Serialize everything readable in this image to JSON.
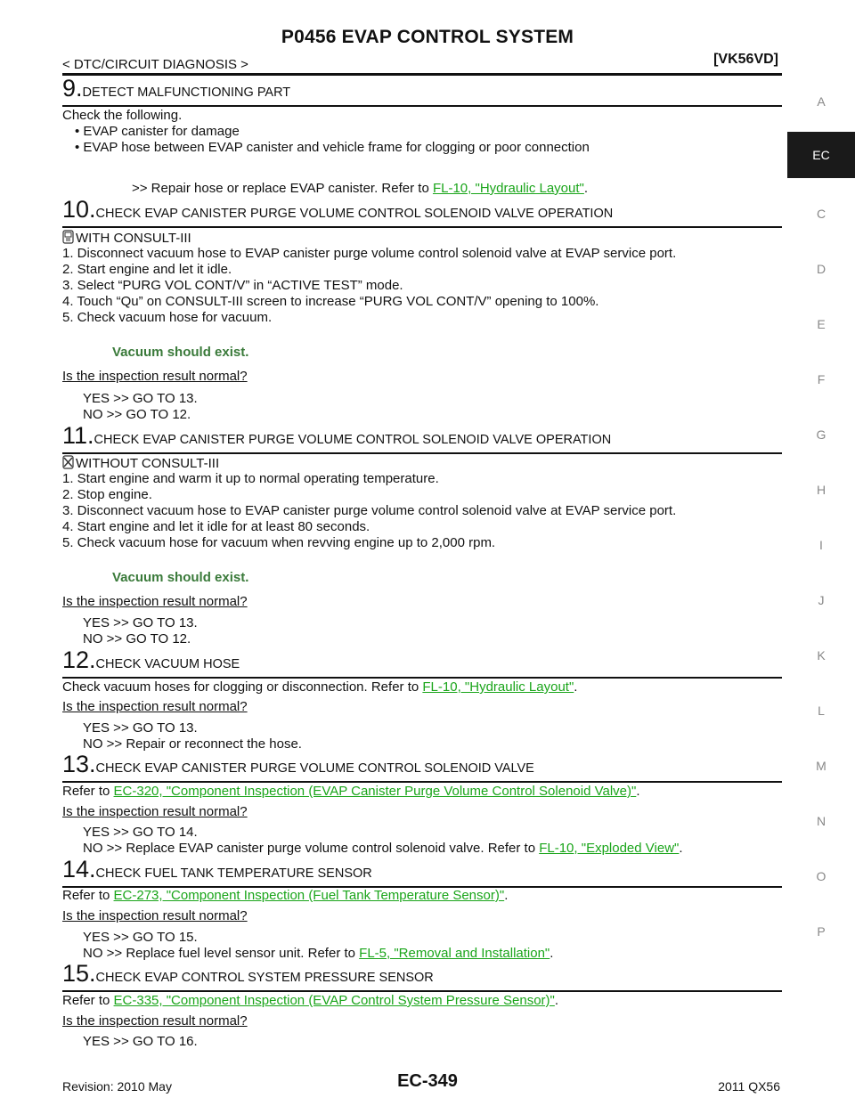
{
  "header": {
    "title": "P0456 EVAP CONTROL SYSTEM",
    "breadcrumb": "< DTC/CIRCUIT DIAGNOSIS >",
    "model": "[VK56VD]"
  },
  "side_tabs": [
    "A",
    "EC",
    "C",
    "D",
    "E",
    "F",
    "G",
    "H",
    "I",
    "J",
    "K",
    "L",
    "M",
    "N",
    "O",
    "P"
  ],
  "active_tab": "EC",
  "step9": {
    "num": "9.",
    "title": "DETECT MALFUNCTIONING PART",
    "l1": "Check the following.",
    "l2": "• EVAP canister for damage",
    "l3": "• EVAP hose between EVAP canister and vehicle frame for clogging or poor connection",
    "action_pre": ">> Repair hose or replace EVAP canister. Refer to ",
    "action_link": "FL-10, \"Hydraulic Layout\"",
    "action_post": "."
  },
  "step10": {
    "num": "10.",
    "title": "CHECK EVAP CANISTER PURGE VOLUME CONTROL SOLENOID VALVE OPERATION",
    "mode": "WITH CONSULT-III",
    "s1": "1.   Disconnect vacuum hose to EVAP canister purge volume control solenoid valve at EVAP service port.",
    "s2": "2.   Start engine and let it idle.",
    "s3": "3.   Select “PURG VOL CONT/V” in “ACTIVE TEST” mode.",
    "s4": "4.   Touch “Qu” on CONSULT-III screen to increase “PURG VOL CONT/V” opening to 100%.",
    "s5": "5.   Check vacuum hose for vacuum.",
    "spec": "Vacuum should exist.",
    "question": "Is the inspection result normal?",
    "yes": "YES      >> GO TO 13.",
    "no": "NO       >> GO TO 12."
  },
  "step11": {
    "num": "11.",
    "title": "CHECK EVAP CANISTER PURGE VOLUME CONTROL SOLENOID VALVE OPERATION",
    "mode": "WITHOUT CONSULT-III",
    "s1": "1.   Start engine and warm it up to normal operating temperature.",
    "s2": "2.   Stop engine.",
    "s3": "3.   Disconnect vacuum hose to EVAP canister purge volume control solenoid valve at EVAP service port.",
    "s4": "4.   Start engine and let it idle for at least 80 seconds.",
    "s5": "5.   Check vacuum hose for vacuum when revving engine up to 2,000 rpm.",
    "spec": "Vacuum should exist.",
    "question": "Is the inspection result normal?",
    "yes": "YES      >> GO TO 13.",
    "no": "NO       >> GO TO 12."
  },
  "step12": {
    "num": "12.",
    "title": "CHECK VACUUM HOSE",
    "text_pre": "Check vacuum hoses for clogging or disconnection. Refer to ",
    "link": "FL-10, \"Hydraulic Layout\"",
    "text_post": ".",
    "question": "Is the inspection result normal?",
    "yes": "YES      >> GO TO 13.",
    "no": "NO       >> Repair or reconnect the hose."
  },
  "step13": {
    "num": "13.",
    "title": "CHECK EVAP CANISTER PURGE VOLUME CONTROL SOLENOID VALVE",
    "text_pre": "Refer to ",
    "link": "EC-320, \"Component Inspection (EVAP Canister Purge Volume Control Solenoid Valve)\"",
    "text_post": ".",
    "question": "Is the inspection result normal?",
    "yes": "YES      >> GO TO 14.",
    "no_pre": "NO       >> Replace EVAP canister purge volume control solenoid valve. Refer to ",
    "no_link": "FL-10, \"Exploded View\"",
    "no_post": "."
  },
  "step14": {
    "num": "14.",
    "title": "CHECK FUEL TANK TEMPERATURE SENSOR",
    "text_pre": "Refer to ",
    "link": "EC-273, \"Component Inspection (Fuel Tank Temperature Sensor)\"",
    "text_post": ".",
    "question": "Is the inspection result normal?",
    "yes": "YES      >> GO TO 15.",
    "no_pre": "NO       >> Replace fuel level sensor unit. Refer to ",
    "no_link": "FL-5, \"Removal and Installation\"",
    "no_post": "."
  },
  "step15": {
    "num": "15.",
    "title": "CHECK EVAP CONTROL SYSTEM PRESSURE SENSOR",
    "text_pre": "Refer to ",
    "link": "EC-335, \"Component Inspection (EVAP Control System Pressure Sensor)\"",
    "text_post": ".",
    "question": "Is the inspection result normal?",
    "yes": "YES      >> GO TO 16."
  },
  "footer": {
    "revision": "Revision: 2010 May",
    "page": "EC-349",
    "model_year": "2011 QX56"
  }
}
